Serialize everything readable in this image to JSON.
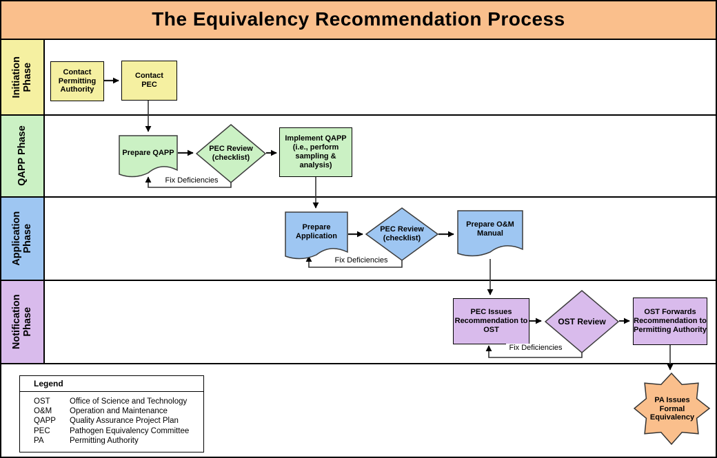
{
  "title": "The Equivalency Recommendation Process",
  "colors": {
    "orange": "#FABF8C",
    "yellow": "#F5F0A1",
    "green": "#CBF1C4",
    "blue": "#9EC6F2",
    "purple": "#D9BBEC"
  },
  "lanes": {
    "initiation": {
      "label": "Initiation Phase"
    },
    "qapp": {
      "label": "QAPP Phase"
    },
    "application": {
      "label": "Application Phase"
    },
    "notification": {
      "label": "Notification Phase"
    }
  },
  "nodes": {
    "contact_pa": "Contact Permitting Authority",
    "contact_pec": "Contact PEC",
    "prepare_qapp": "Prepare QAPP",
    "pec_review_qapp": "PEC Review (checklist)",
    "implement_qapp": "Implement QAPP (i.e., perform sampling & analysis)",
    "prepare_application": "Prepare Application",
    "pec_review_application": "PEC Review (checklist)",
    "prepare_om_manual": "Prepare O&M Manual",
    "pec_issues_recommendation": "PEC Issues Recommendation to OST",
    "ost_review": "OST Review",
    "ost_forwards_recommendation": "OST Forwards Recommendation to Permitting Authority",
    "pa_issues_formal_equivalency": "PA Issues Formal Equivalency"
  },
  "labels": {
    "fix_deficiencies": "Fix Deficiencies"
  },
  "legend": {
    "title": "Legend",
    "entries": [
      {
        "abbr": "OST",
        "meaning": "Office of Science and Technology"
      },
      {
        "abbr": "O&M",
        "meaning": "Operation and Maintenance"
      },
      {
        "abbr": "QAPP",
        "meaning": "Quality Assurance Project Plan"
      },
      {
        "abbr": "PEC",
        "meaning": "Pathogen Equivalency Committee"
      },
      {
        "abbr": "PA",
        "meaning": "Permitting Authority"
      }
    ]
  }
}
